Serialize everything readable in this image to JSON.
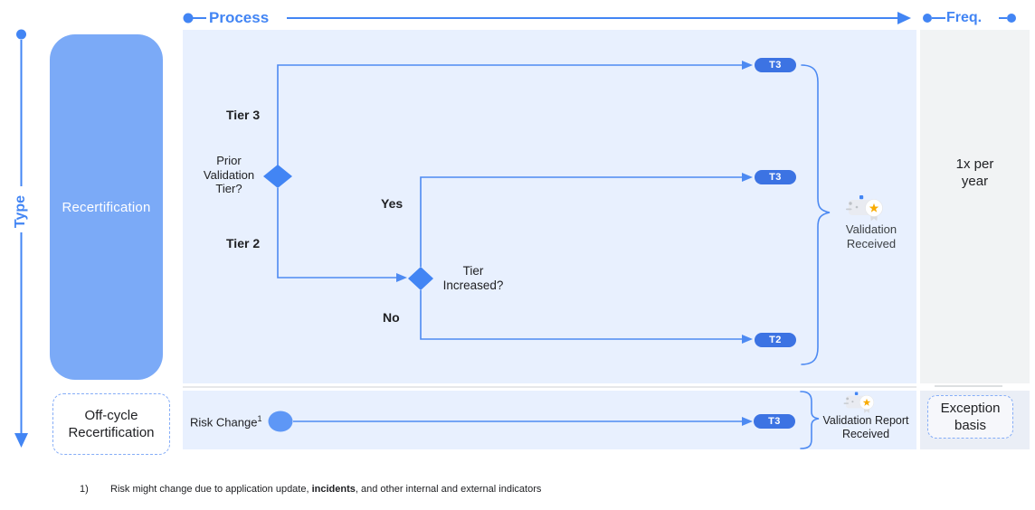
{
  "colors": {
    "accent": "#4285F4",
    "connector_line": "#4D8AF2",
    "panel_blue": "#E8F0FE",
    "panel_gray": "#F1F3F4",
    "panel_gray_blue": "#EAEEF6",
    "lane_box_blue": "#7BAAF7",
    "pill_blue": "#3C73E3",
    "start_ellipse_blue": "#5E97F6",
    "text_primary": "#202124",
    "medal_star_orange": "#F9AB00"
  },
  "axes": {
    "process": "Process",
    "freq": "Freq.",
    "type": "Type"
  },
  "lanes": {
    "recertification": "Recertification",
    "off_cycle": "Off-cycle\nRecertification"
  },
  "flow": {
    "tier3_branch": "Tier 3",
    "tier2_branch": "Tier 2",
    "decision_prior_tier": "Prior\nValidation\nTier?",
    "decision_tier_increased": "Tier\nIncreased?",
    "yes": "Yes",
    "no": "No",
    "pill_tier3_top": "T3",
    "pill_tier3_yes": "T3",
    "pill_tier2_no": "T2",
    "pill_tier3_offcycle": "T3",
    "validation_received": "Validation\nReceived",
    "risk_change": "Risk Change",
    "risk_change_footnote_ref": "1",
    "validation_report_received": "Validation Report\nReceived"
  },
  "frequency": {
    "annual": "1x per\nyear",
    "exception": "Exception\nbasis"
  },
  "footnote": {
    "marker": "1)",
    "text_before": "Risk might change due to application update, ",
    "text_bold": "incidents",
    "text_after": ", and other internal and external indicators"
  }
}
